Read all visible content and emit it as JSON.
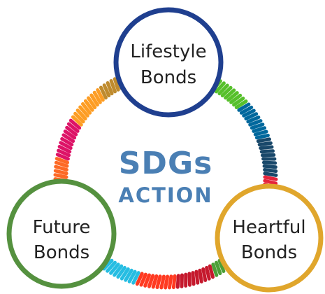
{
  "center": {
    "title": "SDGs",
    "subtitle": "ACTION",
    "color": "#4a7fb4"
  },
  "nodes": [
    {
      "id": "lifestyle",
      "line1": "Lifestyle",
      "line2": "Bonds",
      "ring_color": "#1f3f8f"
    },
    {
      "id": "future",
      "line1": "Future",
      "line2": "Bonds",
      "ring_color": "#55913f"
    },
    {
      "id": "heartful",
      "line1": "Heartful",
      "line2": "Bonds",
      "ring_color": "#e0a62c"
    }
  ],
  "rope": {
    "colors": [
      "#e5243b",
      "#dda63a",
      "#4c9f38",
      "#c5192d",
      "#ff3a21",
      "#26bde2",
      "#fcc30b",
      "#a21942",
      "#fd6925",
      "#dd1367",
      "#fd9d24",
      "#bf8b2e",
      "#3f7e44",
      "#0a97d9",
      "#56c02b",
      "#00689d",
      "#19486a"
    ]
  }
}
